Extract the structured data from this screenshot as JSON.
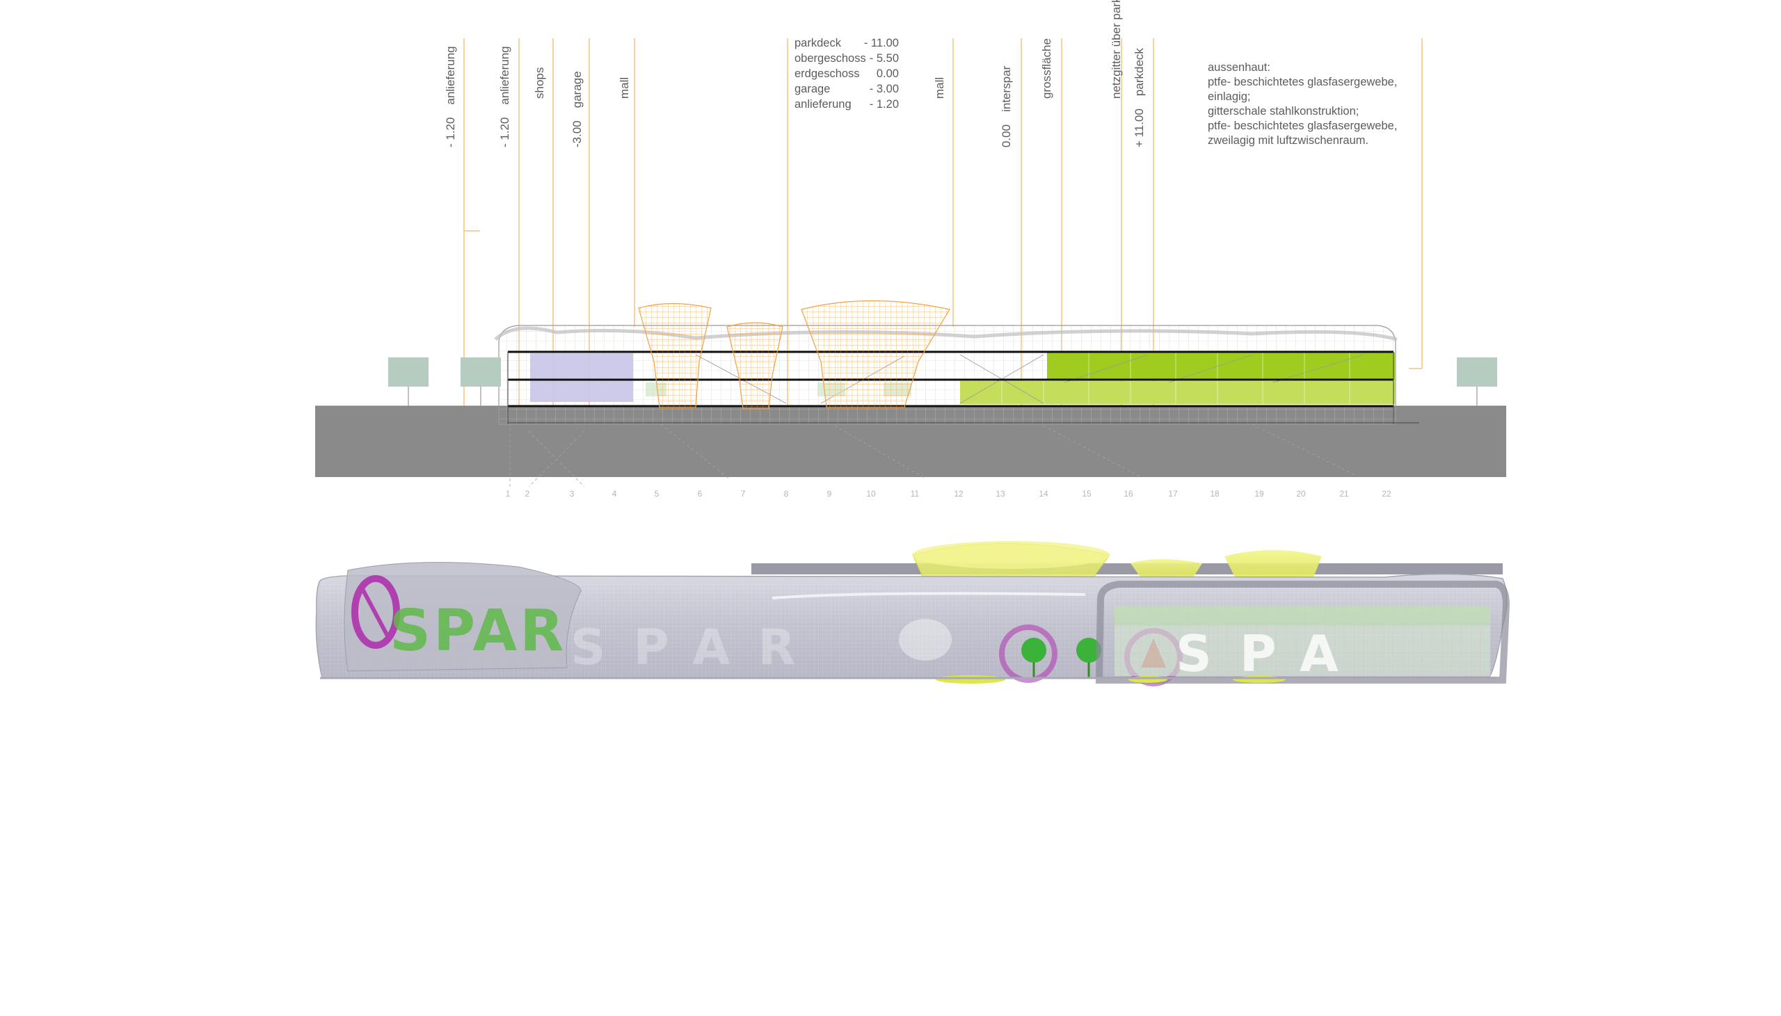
{
  "section_labels": [
    {
      "level": "- 1.20",
      "name": "anlieferung"
    },
    {
      "level": "- 1.20",
      "name": "anlieferung"
    },
    {
      "level": "",
      "name": "shops"
    },
    {
      "level": "-3.00",
      "name": "garage"
    },
    {
      "level": "",
      "name": "mall"
    },
    {
      "level": "",
      "name": "mall"
    },
    {
      "level": "0.00",
      "name": "interspar"
    },
    {
      "level": "",
      "name": "grossfläche"
    },
    {
      "level": "",
      "name": "netzgitter über parkdeck."
    },
    {
      "level": "+ 11.00",
      "name": "parkdeck"
    }
  ],
  "level_table": [
    {
      "name": "parkdeck",
      "value": "- 11.00"
    },
    {
      "name": "obergeschoss",
      "value": "- 5.50"
    },
    {
      "name": "erdgeschoss",
      "value": "0.00"
    },
    {
      "name": "garage",
      "value": "- 3.00"
    },
    {
      "name": "anlieferung",
      "value": "- 1.20"
    }
  ],
  "material_notes": [
    "aussenhaut:",
    "ptfe- beschichtetes glasfasergewebe,",
    "einlagig;",
    "gitterschale stahlkonstruktion;",
    "ptfe- beschichtetes glasfasergewebe,",
    "zweilagig mit luftzwischenraum."
  ],
  "grid_axis_numbers": [
    "1",
    "2",
    "3",
    "4",
    "5",
    "6",
    "7",
    "8",
    "9",
    "10",
    "11",
    "12",
    "13",
    "14",
    "15",
    "16",
    "17",
    "18",
    "19",
    "20",
    "21",
    "22"
  ],
  "elevation_signage": {
    "left_word": "SPAR",
    "middle_word": "SPAR",
    "right_word": "SPA"
  },
  "colors": {
    "ground": "#8a8a8a",
    "leader_line": "#f2b35e",
    "green_block": "#9fcc1e",
    "purple_block": "#c9c5e8",
    "funnel": "#f0a24a",
    "tree": "#b6ccc0",
    "skin": "#c9c9d4",
    "yellow_drum": "#e8ef5a",
    "spar_green": "#5fb84a",
    "spar_purple": "#b040b0"
  }
}
